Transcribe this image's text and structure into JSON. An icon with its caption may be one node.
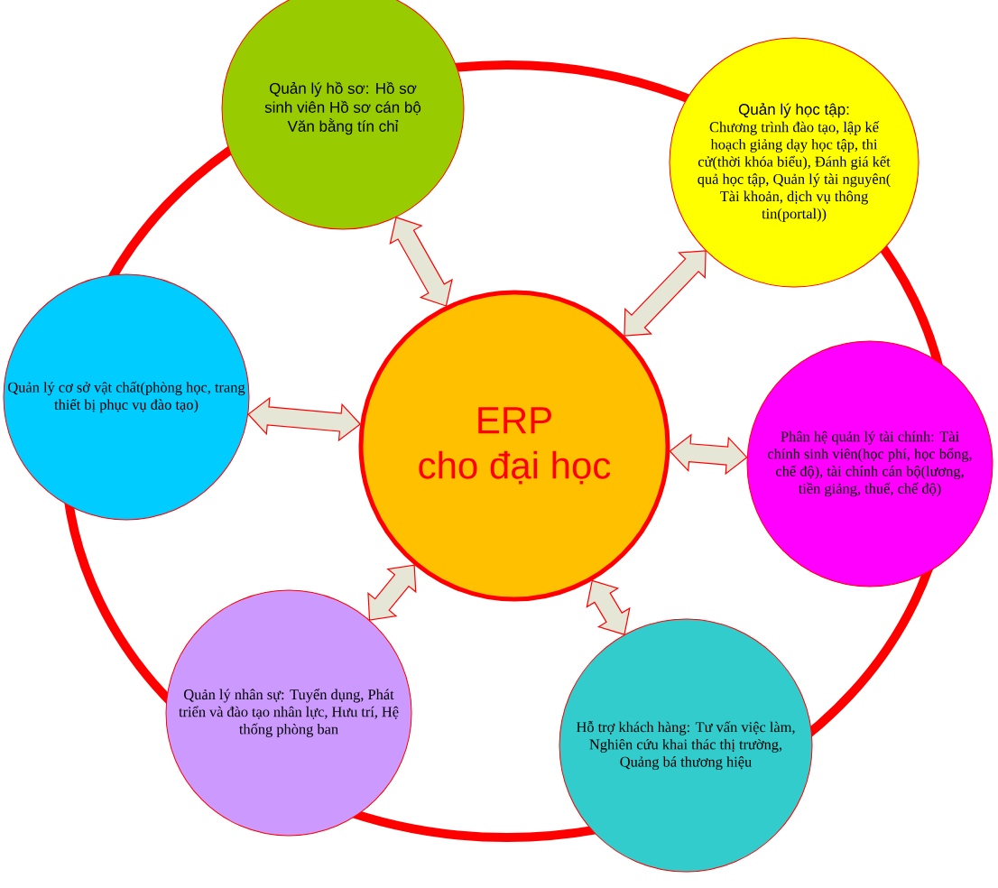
{
  "diagram": {
    "nodes": [
      {
        "text": [
          "Quản lý hồ sơ: Hồ sơ sinh viên Hồ sơ cán bộ Văn bằng tín chỉ"
        ]
      },
      {
        "text": [
          "Quản lý học tập:",
          "Chương trình đào tạo, lập kế hoạch giảng dạy học tập, thi cử(thời khóa biểu), Đánh giá kết quả học tập, Quản lý tài nguyên( Tài khoản, dịch vụ thông tin(portal))"
        ]
      },
      {
        "text": [
          "Quản lý cơ sở vật chất(phòng học, trang thiết bị phục vụ đào tạo)"
        ]
      },
      {
        "text": [
          "ERP cho đại học"
        ]
      },
      {
        "text": [
          "Phân hệ quản lý tài chính: Tài chính sinh viên(học phí, học bổng, chế độ), tài chính cán bộ(lương, tiền giảng, thuế, chế độ)"
        ]
      },
      {
        "text": [
          "Quản lý nhân sự: Tuyển dụng, Phát triển và đào tạo nhân lực, Hưu trí, Hệ thống phòng ban"
        ]
      },
      {
        "text": [
          "Hỗ trợ khách hàng: Tư vấn việc làm, Nghiên cứu khai thác thị trường, Quảng bá thương hiệu"
        ]
      }
    ],
    "edges": [
      {
        "from": 3,
        "to": 0,
        "arrow": "both"
      },
      {
        "from": 3,
        "to": 1,
        "arrow": "both"
      },
      {
        "from": 3,
        "to": 2,
        "arrow": "both"
      },
      {
        "from": 3,
        "to": 4,
        "arrow": "both"
      },
      {
        "from": 3,
        "to": 5,
        "arrow": "both"
      },
      {
        "from": 3,
        "to": 6,
        "arrow": "both"
      }
    ]
  }
}
